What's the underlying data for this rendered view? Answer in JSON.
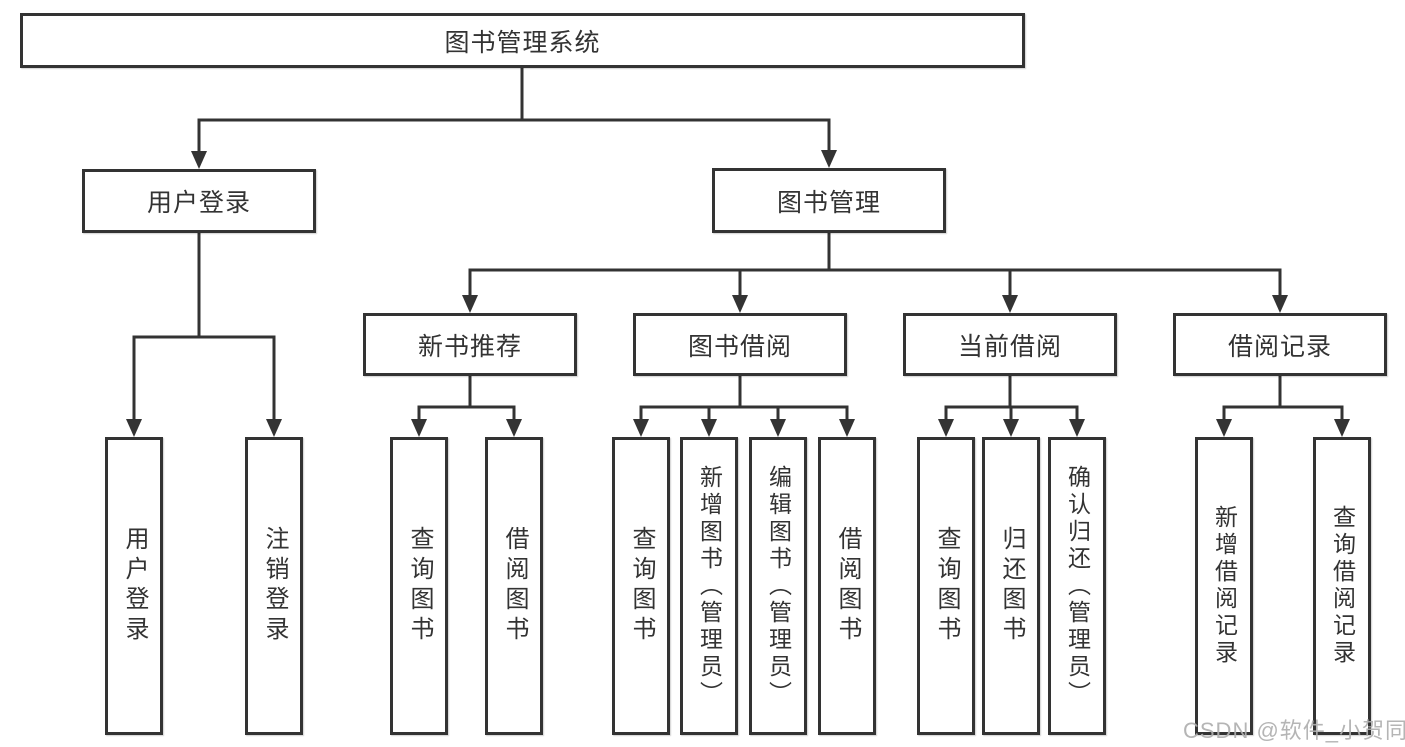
{
  "diagram": {
    "root": {
      "label": "图书管理系统"
    },
    "branches": [
      {
        "label": "用户登录",
        "children": [
          {
            "label": "用户登录"
          },
          {
            "label": "注销登录"
          }
        ]
      },
      {
        "label": "图书管理",
        "children": [
          {
            "label": "新书推荐",
            "children": [
              {
                "label": "查询图书"
              },
              {
                "label": "借阅图书"
              }
            ]
          },
          {
            "label": "图书借阅",
            "children": [
              {
                "label": "查询图书"
              },
              {
                "label": "新增图书（管理员）"
              },
              {
                "label": "编辑图书（管理员）"
              },
              {
                "label": "借阅图书"
              }
            ]
          },
          {
            "label": "当前借阅",
            "children": [
              {
                "label": "查询图书"
              },
              {
                "label": "归还图书"
              },
              {
                "label": "确认归还（管理员）"
              }
            ]
          },
          {
            "label": "借阅记录",
            "children": [
              {
                "label": "新增借阅记录"
              },
              {
                "label": "查询借阅记录"
              }
            ]
          }
        ]
      }
    ]
  },
  "watermark": {
    "text": "CSDN @软件_小贺同学"
  },
  "colors": {
    "line": "#333333",
    "text": "#333333",
    "box_fill": "#ffffff",
    "background": "#ffffff",
    "watermark": "#afafaf"
  }
}
